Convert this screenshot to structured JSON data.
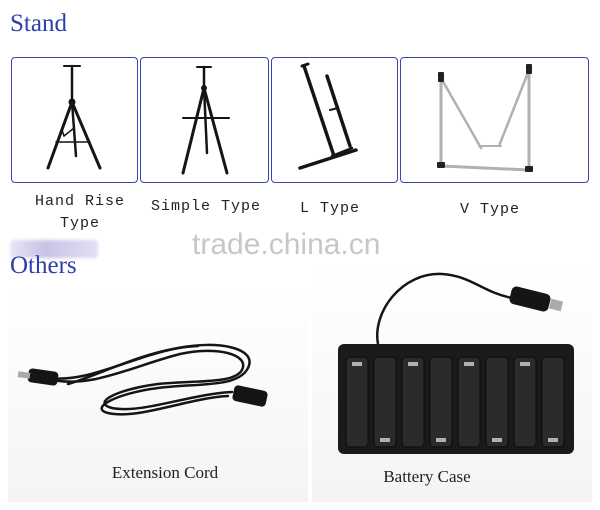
{
  "stand_section": {
    "title": "Stand",
    "items": [
      {
        "label": "Hand Rise Type",
        "icon": "tripod-hand-rise-icon"
      },
      {
        "label": "Simple Type",
        "icon": "tripod-simple-icon"
      },
      {
        "label": "L Type",
        "icon": "l-stand-icon"
      },
      {
        "label": "V Type",
        "icon": "v-stand-icon"
      }
    ]
  },
  "others_section": {
    "title": "Others",
    "items": [
      {
        "label": "Extension Cord",
        "icon": "extension-cord-icon"
      },
      {
        "label": "Battery Case",
        "icon": "battery-case-icon"
      }
    ]
  },
  "watermark": "trade.china.cn",
  "colors": {
    "title": "#2b3fa8",
    "frame_border": "#3b47a8",
    "product_black": "#151515",
    "metal": "#b9bcc0"
  }
}
